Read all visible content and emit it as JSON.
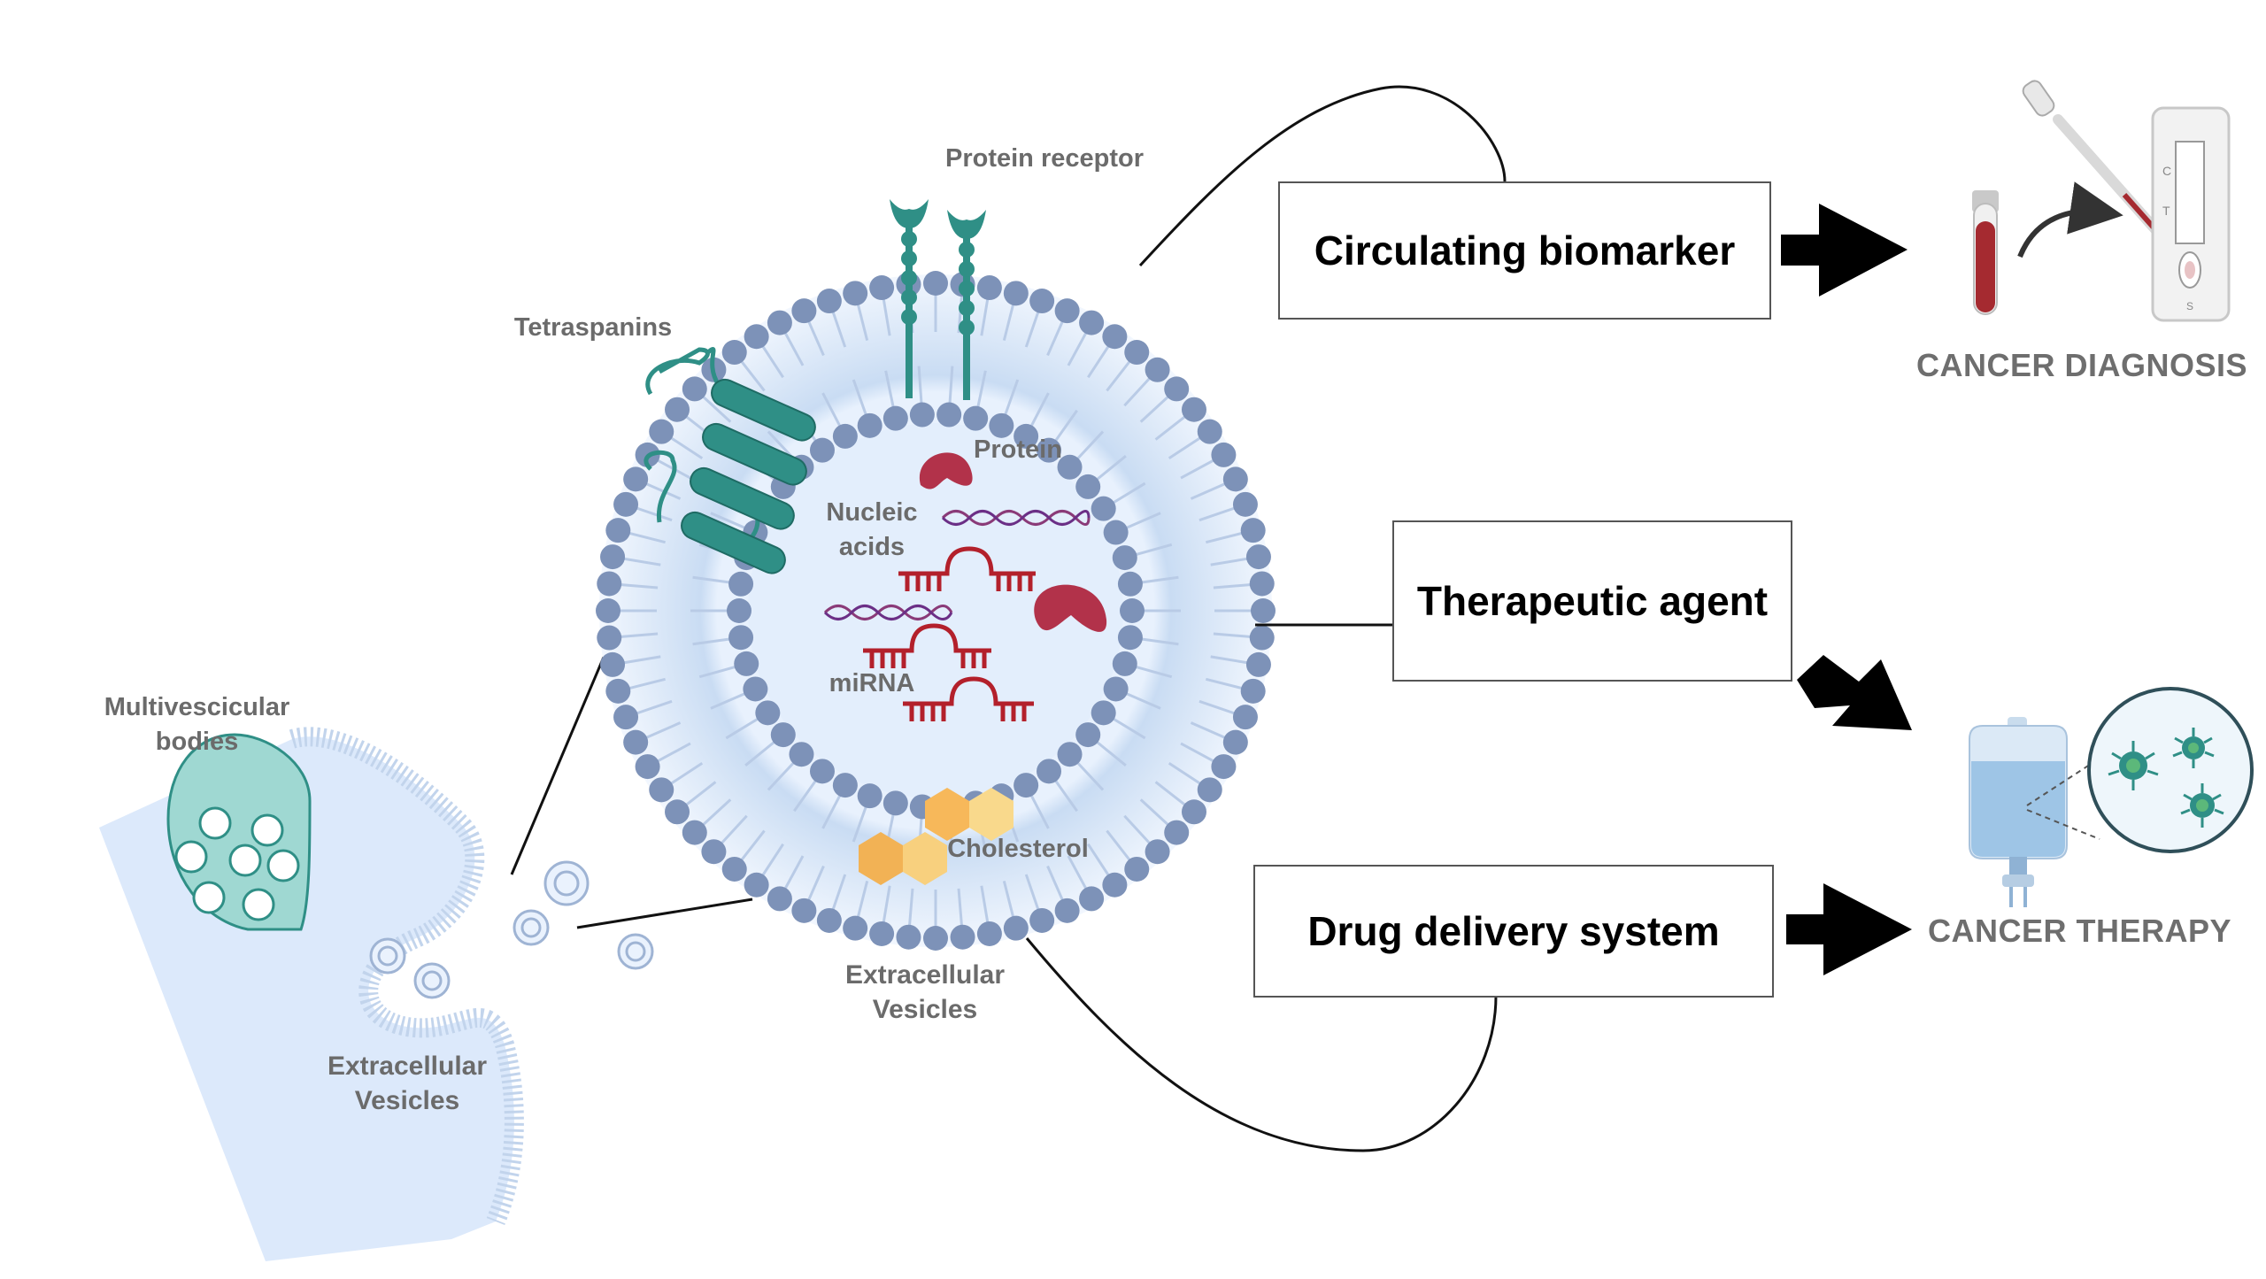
{
  "labels": {
    "multivesicular": [
      "Multivescicular",
      "bodies"
    ],
    "ev_left": [
      "Extracellular",
      "Vesicles"
    ],
    "ev_bottom": [
      "Extracellular",
      "Vesicles"
    ],
    "tetraspanins": "Tetraspanins",
    "protein_receptor": "Protein receptor",
    "protein": "Protein",
    "nucleic_acids": [
      "Nucleic",
      "acids"
    ],
    "mirna": "miRNA",
    "cholesterol": "Cholesterol"
  },
  "applications": {
    "biomarker": "Circulating biomarker",
    "therapeutic": "Therapeutic agent",
    "drug_delivery": "Drug delivery system"
  },
  "outcomes": {
    "diagnosis": "CANCER DIAGNOSIS",
    "therapy": "CANCER THERAPY"
  },
  "test_strip": {
    "c": "C",
    "t": "T",
    "s": "S"
  },
  "colors": {
    "lipid_head": "#7d92b8",
    "lipid_tail": "#b9cbe6",
    "lumen": "#e3eefc",
    "teal": "#2f8f86",
    "dna_red": "#b3202b",
    "protein": "#b2324a",
    "cholesterol": "#f6c46a",
    "cell": "#dce9fb"
  }
}
